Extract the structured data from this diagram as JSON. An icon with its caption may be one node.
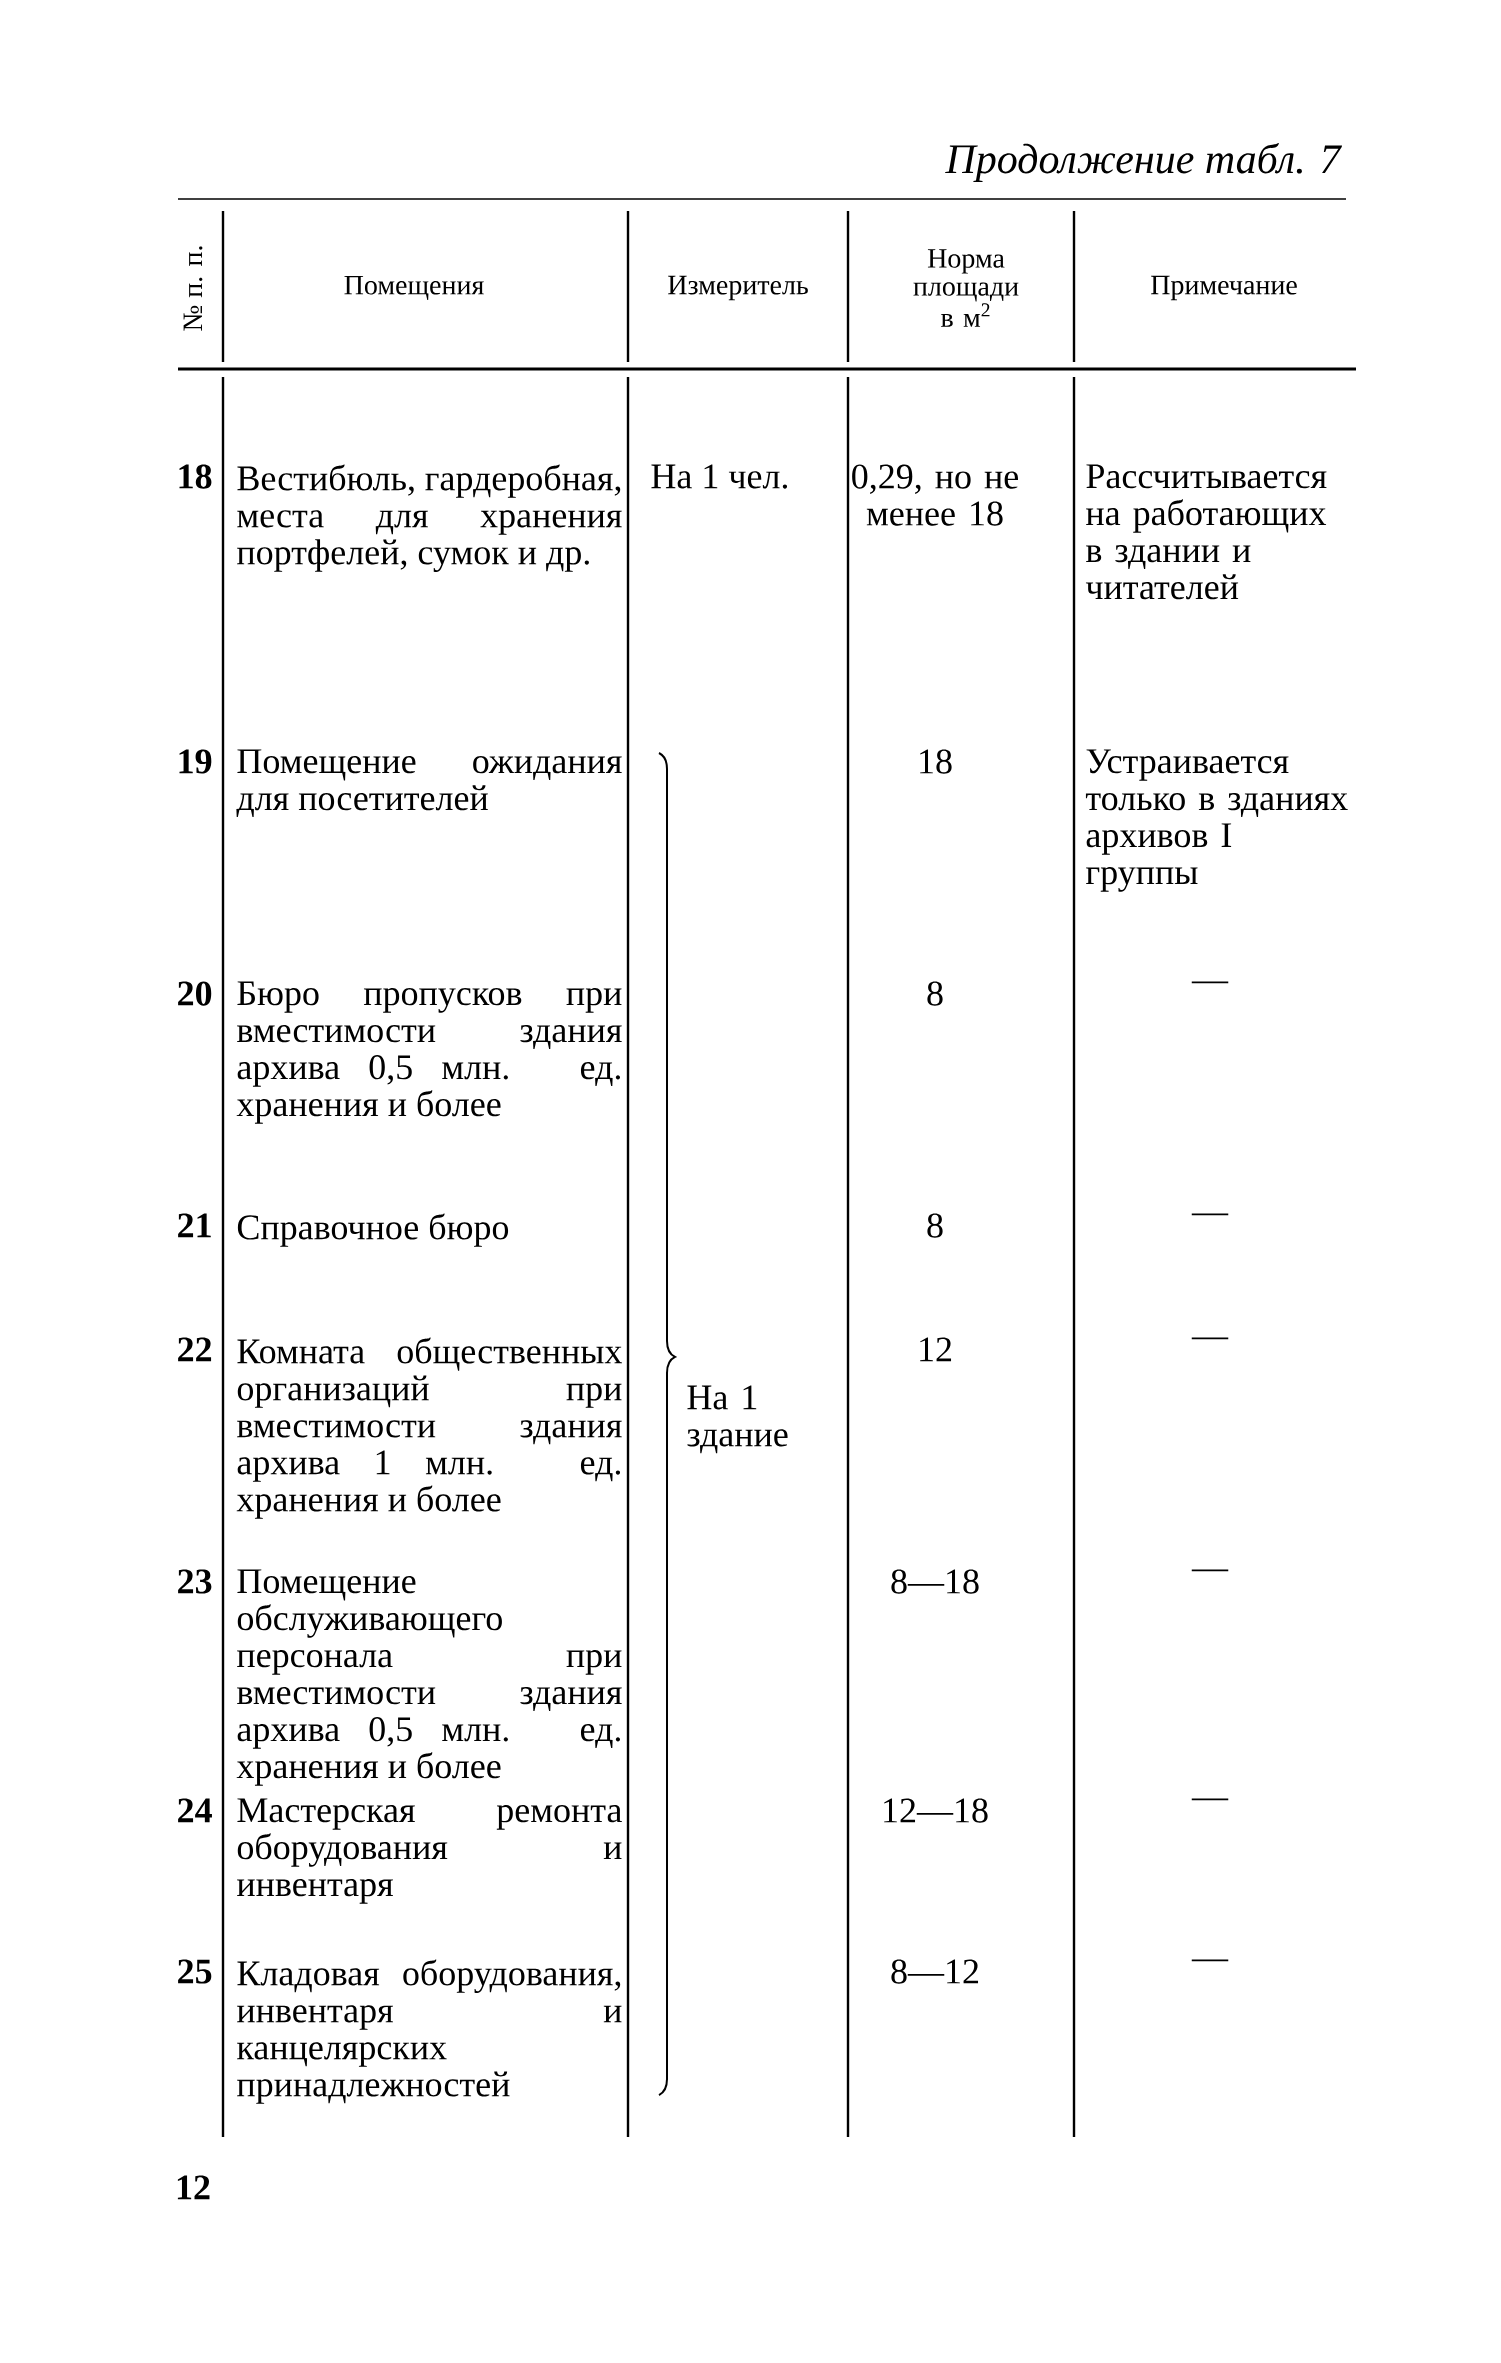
{
  "diagram": {
    "title": "Продолжение табл. 7",
    "labels": [
      "№ п. п.",
      "Помещения",
      "Измеритель",
      "Норма площади в м$^{2}$",
      "Примечание",
      "18",
      "Вестибюль, гардеробная, места для хранения портфелей, сумок и др.",
      "На 1 чел.",
      "0,29, но не менее 18",
      "Рассчитывается на работающих в здании и читателей",
      "19",
      "Помещение ожидания для посетителей",
      "18",
      "Устраивается только в зданиях архивов I группы",
      "20",
      "Бюро пропусков при вместимости здания архива 0,5 млн. ед. хранения и более",
      "8",
      "—",
      "21",
      "Справочное бюро",
      "8",
      "—",
      "22",
      "Комната общественных организаций при вместимости здания архива 1 млн. ед. хранения и более",
      "На 1 здание",
      "12",
      "—",
      "23",
      "Помещение обслуживающего персонала при вместимости здания архива 0,5 млн. ед. хранения и более",
      "8—18",
      "—",
      "24",
      "Мастерская ремонта оборудования и инвентаря",
      "12—18",
      "—",
      "25",
      "Кладовая оборудования, инвентаря и канцелярских принадлежностей",
      "8—12",
      "—",
      "12"
    ]
  }
}
